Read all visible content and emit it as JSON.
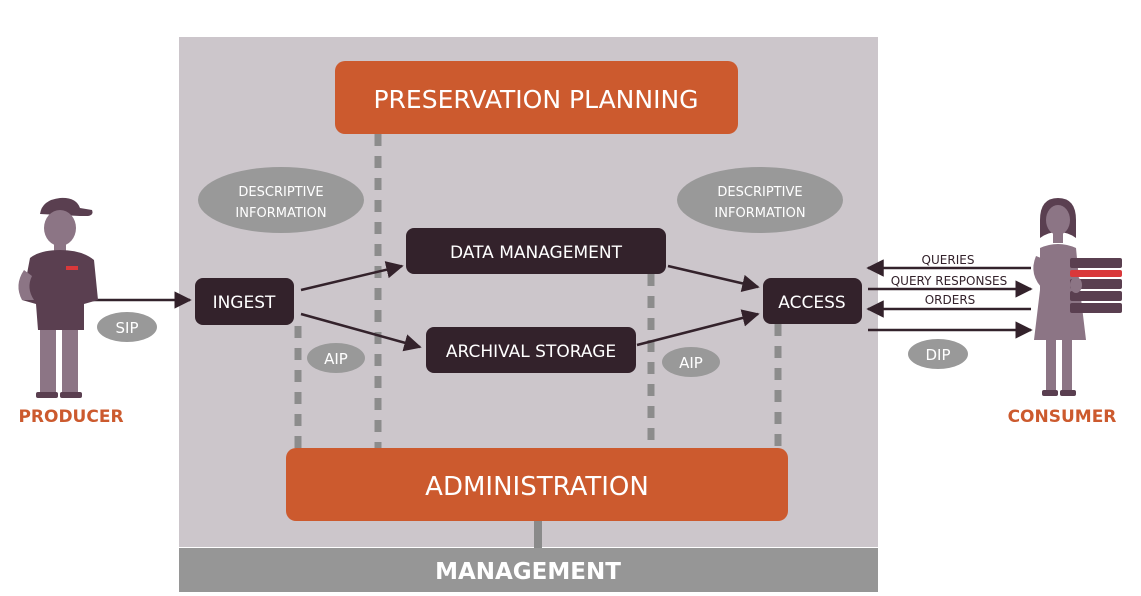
{
  "colors": {
    "orange": "#cc5a2e",
    "dark": "#33222b",
    "panel": "#ccc6cb",
    "ellipse": "#999999",
    "management_bar": "#969696",
    "figure": "#8c7585",
    "figure_dark": "#5a3f50",
    "accent_red": "#d9383a"
  },
  "preservation_planning": "PRESERVATION PLANNING",
  "administration": "ADMINISTRATION",
  "management": "MANAGEMENT",
  "ingest": "INGEST",
  "data_management": "DATA MANAGEMENT",
  "archival_storage": "ARCHIVAL STORAGE",
  "access": "ACCESS",
  "descriptive_left": [
    "DESCRIPTIVE",
    "INFORMATION"
  ],
  "descriptive_right": [
    "DESCRIPTIVE",
    "INFORMATION"
  ],
  "aip_left": "AIP",
  "aip_right": "AIP",
  "sip": "SIP",
  "dip": "DIP",
  "producer": "PRODUCER",
  "consumer": "CONSUMER",
  "consumer_flows": {
    "queries": "QUERIES",
    "query_responses": "QUERY RESPONSES",
    "orders": "ORDERS"
  }
}
